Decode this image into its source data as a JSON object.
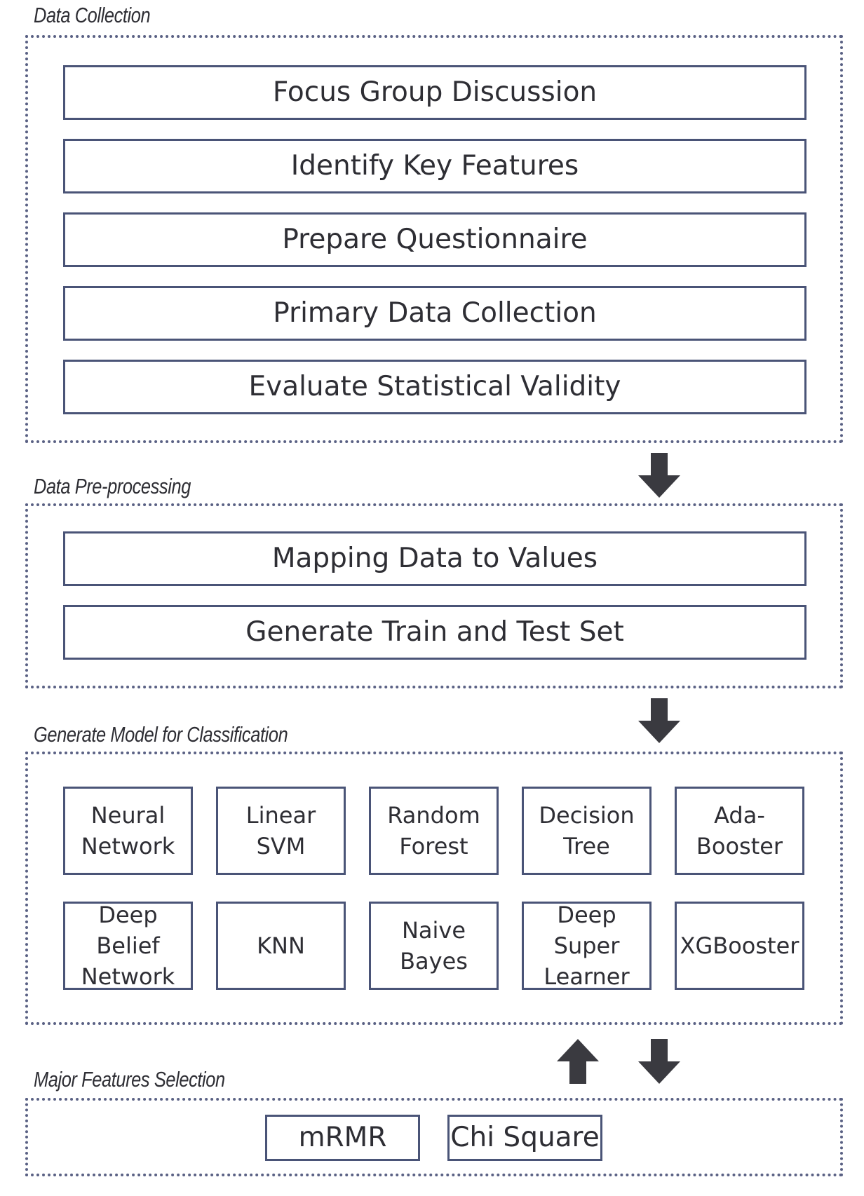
{
  "sections": {
    "data_collection": {
      "label": "Data Collection",
      "steps": [
        "Focus Group Discussion",
        "Identify Key Features",
        "Prepare Questionnaire",
        "Primary Data Collection",
        "Evaluate Statistical Validity"
      ]
    },
    "preprocessing": {
      "label": "Data Pre-processing",
      "steps": [
        "Mapping Data to Values",
        "Generate Train and Test Set"
      ]
    },
    "models": {
      "label": "Generate Model for Classification",
      "row1": [
        "Neural\nNetwork",
        "Linear\nSVM",
        "Random\nForest",
        "Decision\nTree",
        "Ada-\nBooster"
      ],
      "row2": [
        "Deep Belief\nNetwork",
        "KNN",
        "Naive\nBayes",
        "Deep Super\nLearner",
        "XGBooster"
      ]
    },
    "features": {
      "label": "Major Features Selection",
      "methods": [
        "mRMR",
        "Chi Square"
      ]
    }
  },
  "colors": {
    "text": "#2e2e34",
    "border": "#4a5477",
    "dotted": "#5a6184",
    "arrow": "#3a3a40"
  }
}
